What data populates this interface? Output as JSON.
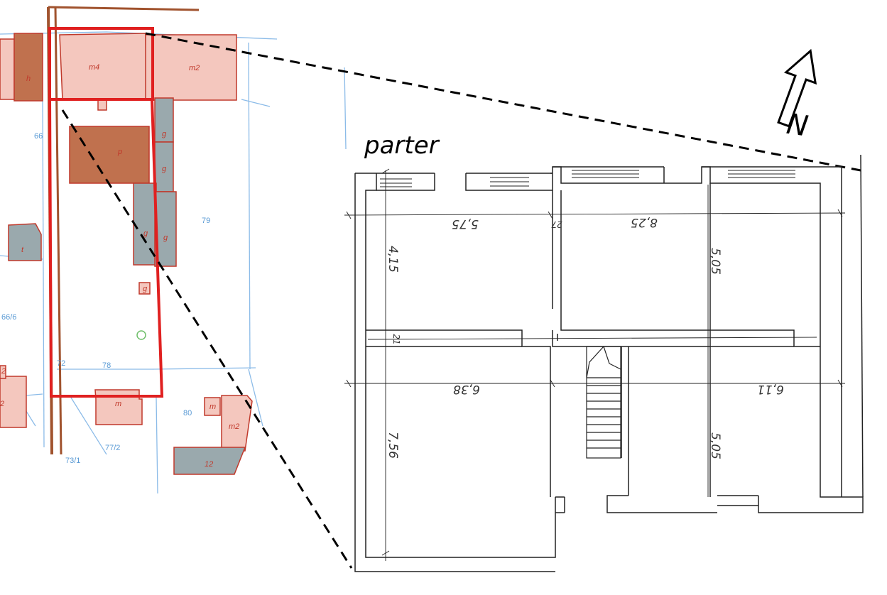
{
  "title": "parter",
  "north_label": "N",
  "map": {
    "building_labels": [
      "h",
      "m4",
      "m2",
      "g",
      "g",
      "g",
      "g",
      "p",
      "t",
      "g",
      "m",
      "m",
      "m2",
      "12",
      "2",
      "2"
    ],
    "parcel_labels": [
      "66",
      "79",
      "66/6",
      "78",
      "80",
      "77/2",
      "72",
      "73/1"
    ]
  },
  "floor_plan": {
    "dimensions": [
      "5,75",
      "27",
      "8,25",
      "4,15",
      "5,05",
      "21",
      "6,38",
      "6,11",
      "7,56",
      "5,05"
    ]
  },
  "colors": {
    "building_pink": "#f4c7be",
    "building_brown": "#c0714e",
    "building_gray": "#9aa9ad",
    "outline_red": "#c0392b",
    "highlight_red": "#e02020",
    "parcel_line": "#8bbbe8",
    "road_brown": "#a0522d"
  }
}
